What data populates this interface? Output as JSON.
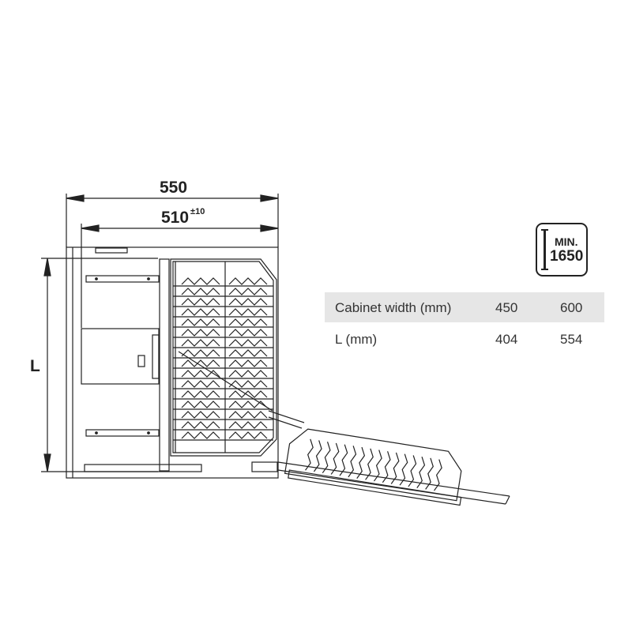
{
  "dimensions": {
    "overall_width": "550",
    "inner_width": "510",
    "inner_width_tolerance": "±10",
    "length_label": "L"
  },
  "badge": {
    "label": "MIN.",
    "value": "1650"
  },
  "table": {
    "rows": [
      {
        "label": "Cabinet width (mm)",
        "values": [
          "450",
          "600"
        ]
      },
      {
        "label": "L (mm)",
        "values": [
          "404",
          "554"
        ]
      }
    ]
  },
  "colors": {
    "line": "#222222",
    "table_header_bg": "#e6e6e6"
  }
}
